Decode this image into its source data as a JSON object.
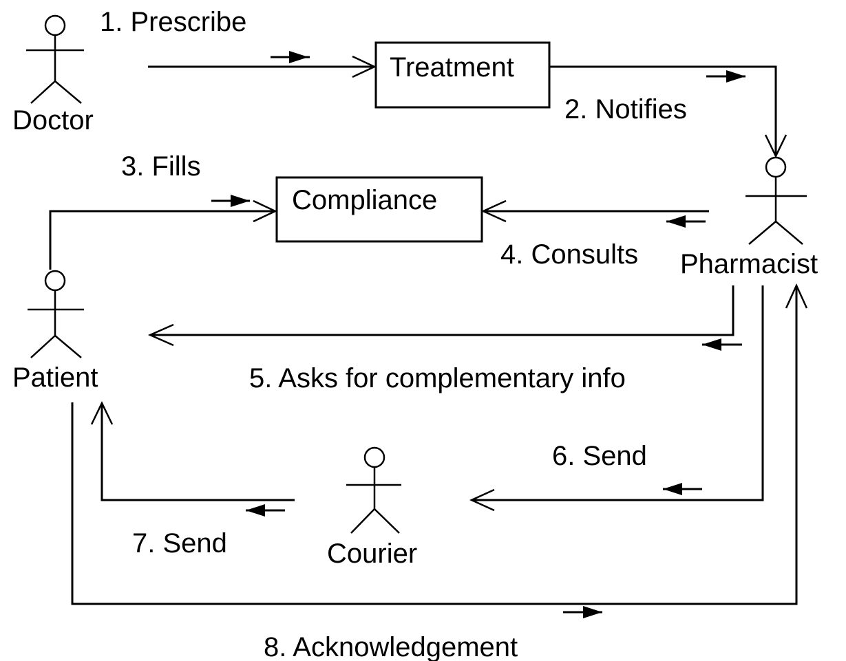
{
  "actors": {
    "doctor": "Doctor",
    "patient": "Patient",
    "pharmacist": "Pharmacist",
    "courier": "Courier"
  },
  "objects": {
    "treatment": "Treatment",
    "compliance": "Compliance"
  },
  "messages": {
    "m1": "1. Prescribe",
    "m2": "2. Notifies",
    "m3": "3. Fills",
    "m4": "4. Consults",
    "m5": "5. Asks for complementary info",
    "m6": "6. Send",
    "m7": "7. Send",
    "m8": "8. Acknowledgement"
  }
}
